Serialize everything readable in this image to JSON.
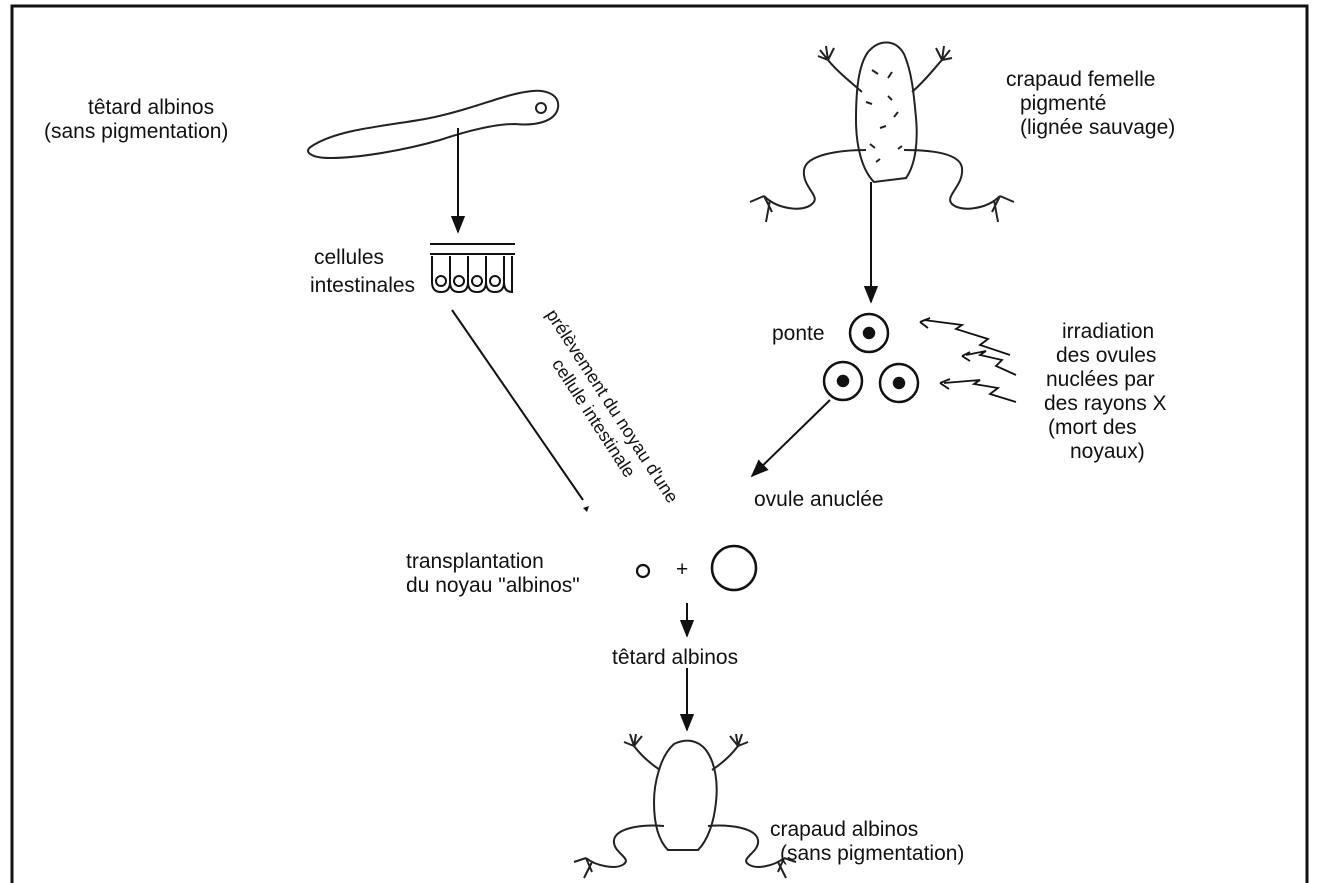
{
  "labels": {
    "tadpole_albino": [
      "têtard albinos",
      "(sans pigmentation)"
    ],
    "female_toad": [
      "crapaud femelle",
      "pigmenté",
      "(lignée sauvage)"
    ],
    "intestinal_cells": [
      "cellules",
      "intestinales"
    ],
    "nucleus_removal": [
      "prélèvement du noyau d'une",
      "cellule intestinale"
    ],
    "ponte": "ponte",
    "irradiation": [
      "irradiation",
      "des ovules",
      "nuclées  par",
      "des rayons X",
      "(mort des",
      "noyaux)"
    ],
    "ovule_anuclee": "ovule anuclée",
    "transplantation": [
      "transplantation",
      "du noyau \"albinos\""
    ],
    "plus_sign": "+",
    "tadpole_result": "têtard albinos",
    "toad_result": [
      "crapaud albinos",
      "(sans pigmentation)"
    ]
  }
}
